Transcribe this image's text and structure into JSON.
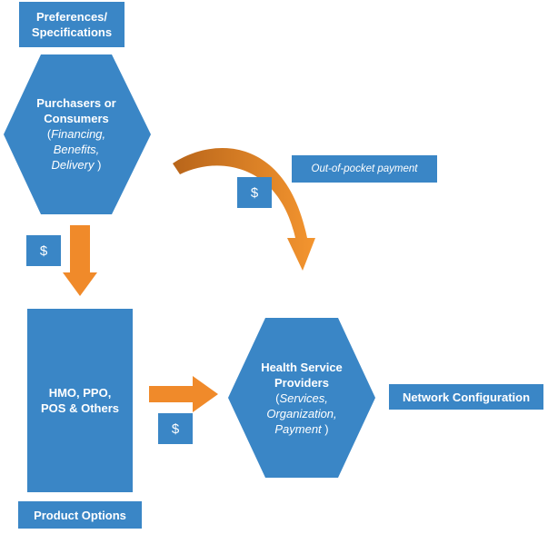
{
  "diagram": {
    "preferences_label": "Preferences/ Specifications",
    "purchasers": {
      "title_line1": "Purchasers or",
      "title_line2": "Consumers",
      "detail_open": "(",
      "detail_line1": "Financing,",
      "detail_line2": "Benefits,",
      "detail_line3": "Delivery",
      "detail_close": ")"
    },
    "out_of_pocket_label": "Out-of-pocket payment",
    "dollar_oop": "$",
    "dollar_left": "$",
    "dollar_bottom": "$",
    "plans_line1": "HMO, PPO,",
    "plans_line2": "POS & Others",
    "product_options_label": "Product Options",
    "providers": {
      "title_line1": "Health Service",
      "title_line2": "Providers",
      "detail_open": "(",
      "detail_line1": "Services,",
      "detail_line2": "Organization,",
      "detail_line3": "Payment",
      "detail_close": ")"
    },
    "network_label": "Network Configuration"
  },
  "colors": {
    "box_blue": "#3a86c6",
    "arrow_orange": "#f08a2a",
    "curve_dark": "#c06a1a"
  }
}
